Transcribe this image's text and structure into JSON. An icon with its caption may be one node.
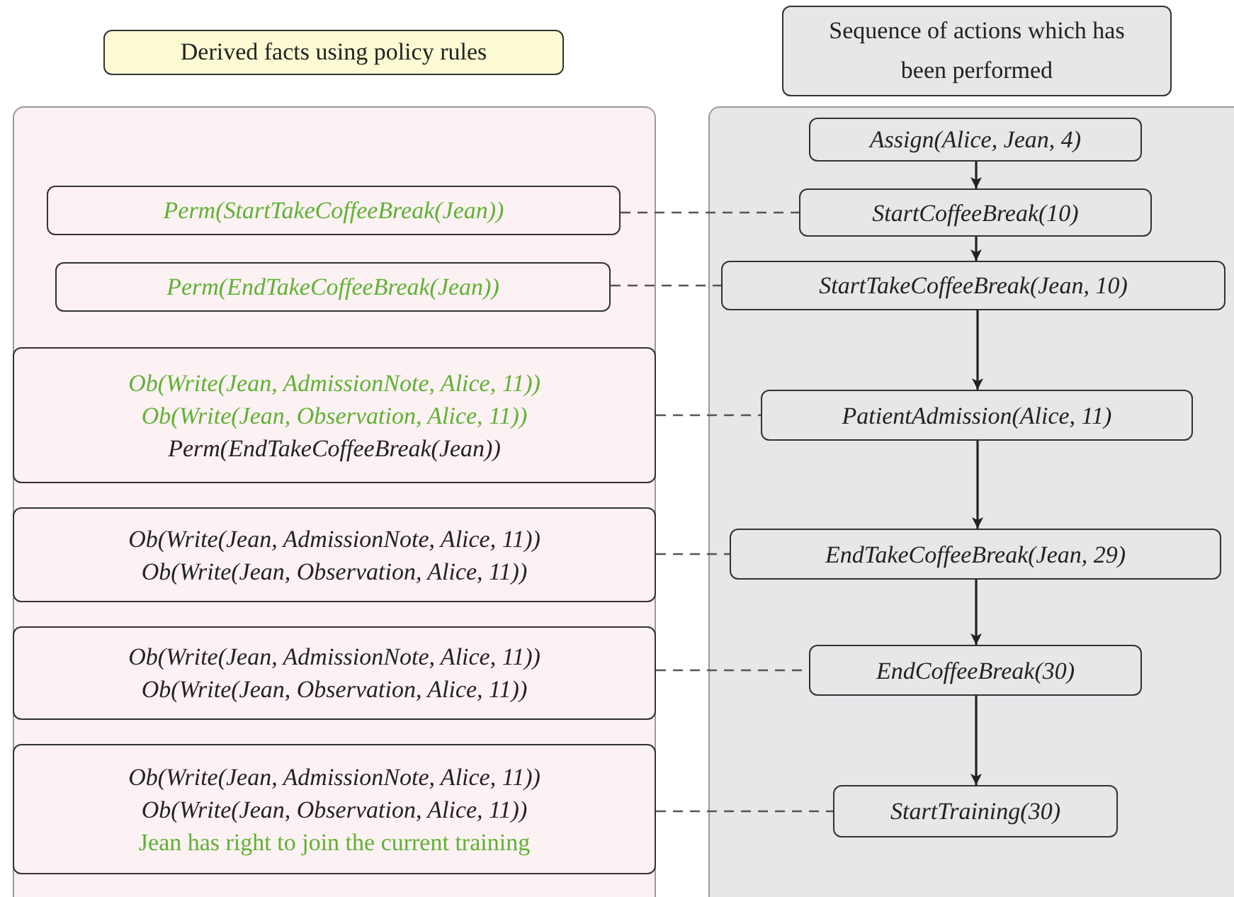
{
  "diagram": {
    "nodes": [
      {
        "text": [
          "Derived facts using policy rules"
        ]
      },
      {
        "text": [
          "Sequence of actions which has been performed"
        ]
      },
      {
        "text": [],
        "shape": "box"
      },
      {
        "text": [
          "Perm(StartTakeCoffeeBreak(Jean))"
        ],
        "in": 2
      },
      {
        "text": [
          "Perm(EndTakeCoffeeBreak(Jean))"
        ],
        "in": 2
      },
      {
        "text": [
          "Ob(Write(Jean, AdmissionNote, Alice, 11))",
          "Ob(Write(Jean, Observation, Alice, 11))",
          "Perm(EndTakeCoffeeBreak(Jean))"
        ],
        "in": 2
      },
      {
        "text": [
          "Ob(Write(Jean, AdmissionNote, Alice, 11))",
          "Ob(Write(Jean, Observation, Alice, 11))"
        ],
        "in": 2
      },
      {
        "text": [
          "Ob(Write(Jean, AdmissionNote, Alice, 11))",
          "Ob(Write(Jean, Observation, Alice, 11))"
        ],
        "in": 2
      },
      {
        "text": [
          "Ob(Write(Jean, AdmissionNote, Alice, 11))",
          "Ob(Write(Jean, Observation, Alice, 11))",
          "Jean has right to join the current training"
        ],
        "in": 2
      },
      {
        "text": [],
        "shape": "box"
      },
      {
        "text": [
          "Assign(Alice, Jean, 4)"
        ],
        "in": 9
      },
      {
        "text": [
          "StartCoffeeBreak(10)"
        ],
        "in": 9
      },
      {
        "text": [
          "StartTakeCoffeeBreak(Jean, 10)"
        ],
        "in": 9
      },
      {
        "text": [
          "PatientAdmission(Alice, 11)"
        ],
        "in": 9
      },
      {
        "text": [
          "EndTakeCoffeeBreak(Jean, 29)"
        ],
        "in": 9
      },
      {
        "text": [
          "EndCoffeeBreak(30)"
        ],
        "in": 9
      },
      {
        "text": [
          "StartTraining(30)"
        ],
        "in": 9
      }
    ],
    "edges": [
      {
        "from": 10,
        "to": 11,
        "arrow": "to"
      },
      {
        "from": 11,
        "to": 12,
        "arrow": "to"
      },
      {
        "from": 12,
        "to": 13,
        "arrow": "to"
      },
      {
        "from": 13,
        "to": 14,
        "arrow": "to"
      },
      {
        "from": 14,
        "to": 15,
        "arrow": "to"
      },
      {
        "from": 15,
        "to": 16,
        "arrow": "to"
      },
      {
        "from": 3,
        "to": 11,
        "arrow": "none",
        "style": "dashed"
      },
      {
        "from": 4,
        "to": 12,
        "arrow": "none",
        "style": "dashed"
      },
      {
        "from": 5,
        "to": 13,
        "arrow": "none",
        "style": "dashed"
      },
      {
        "from": 6,
        "to": 14,
        "arrow": "none",
        "style": "dashed"
      },
      {
        "from": 7,
        "to": 15,
        "arrow": "none",
        "style": "dashed"
      },
      {
        "from": 8,
        "to": 16,
        "arrow": "none",
        "style": "dashed"
      }
    ]
  }
}
